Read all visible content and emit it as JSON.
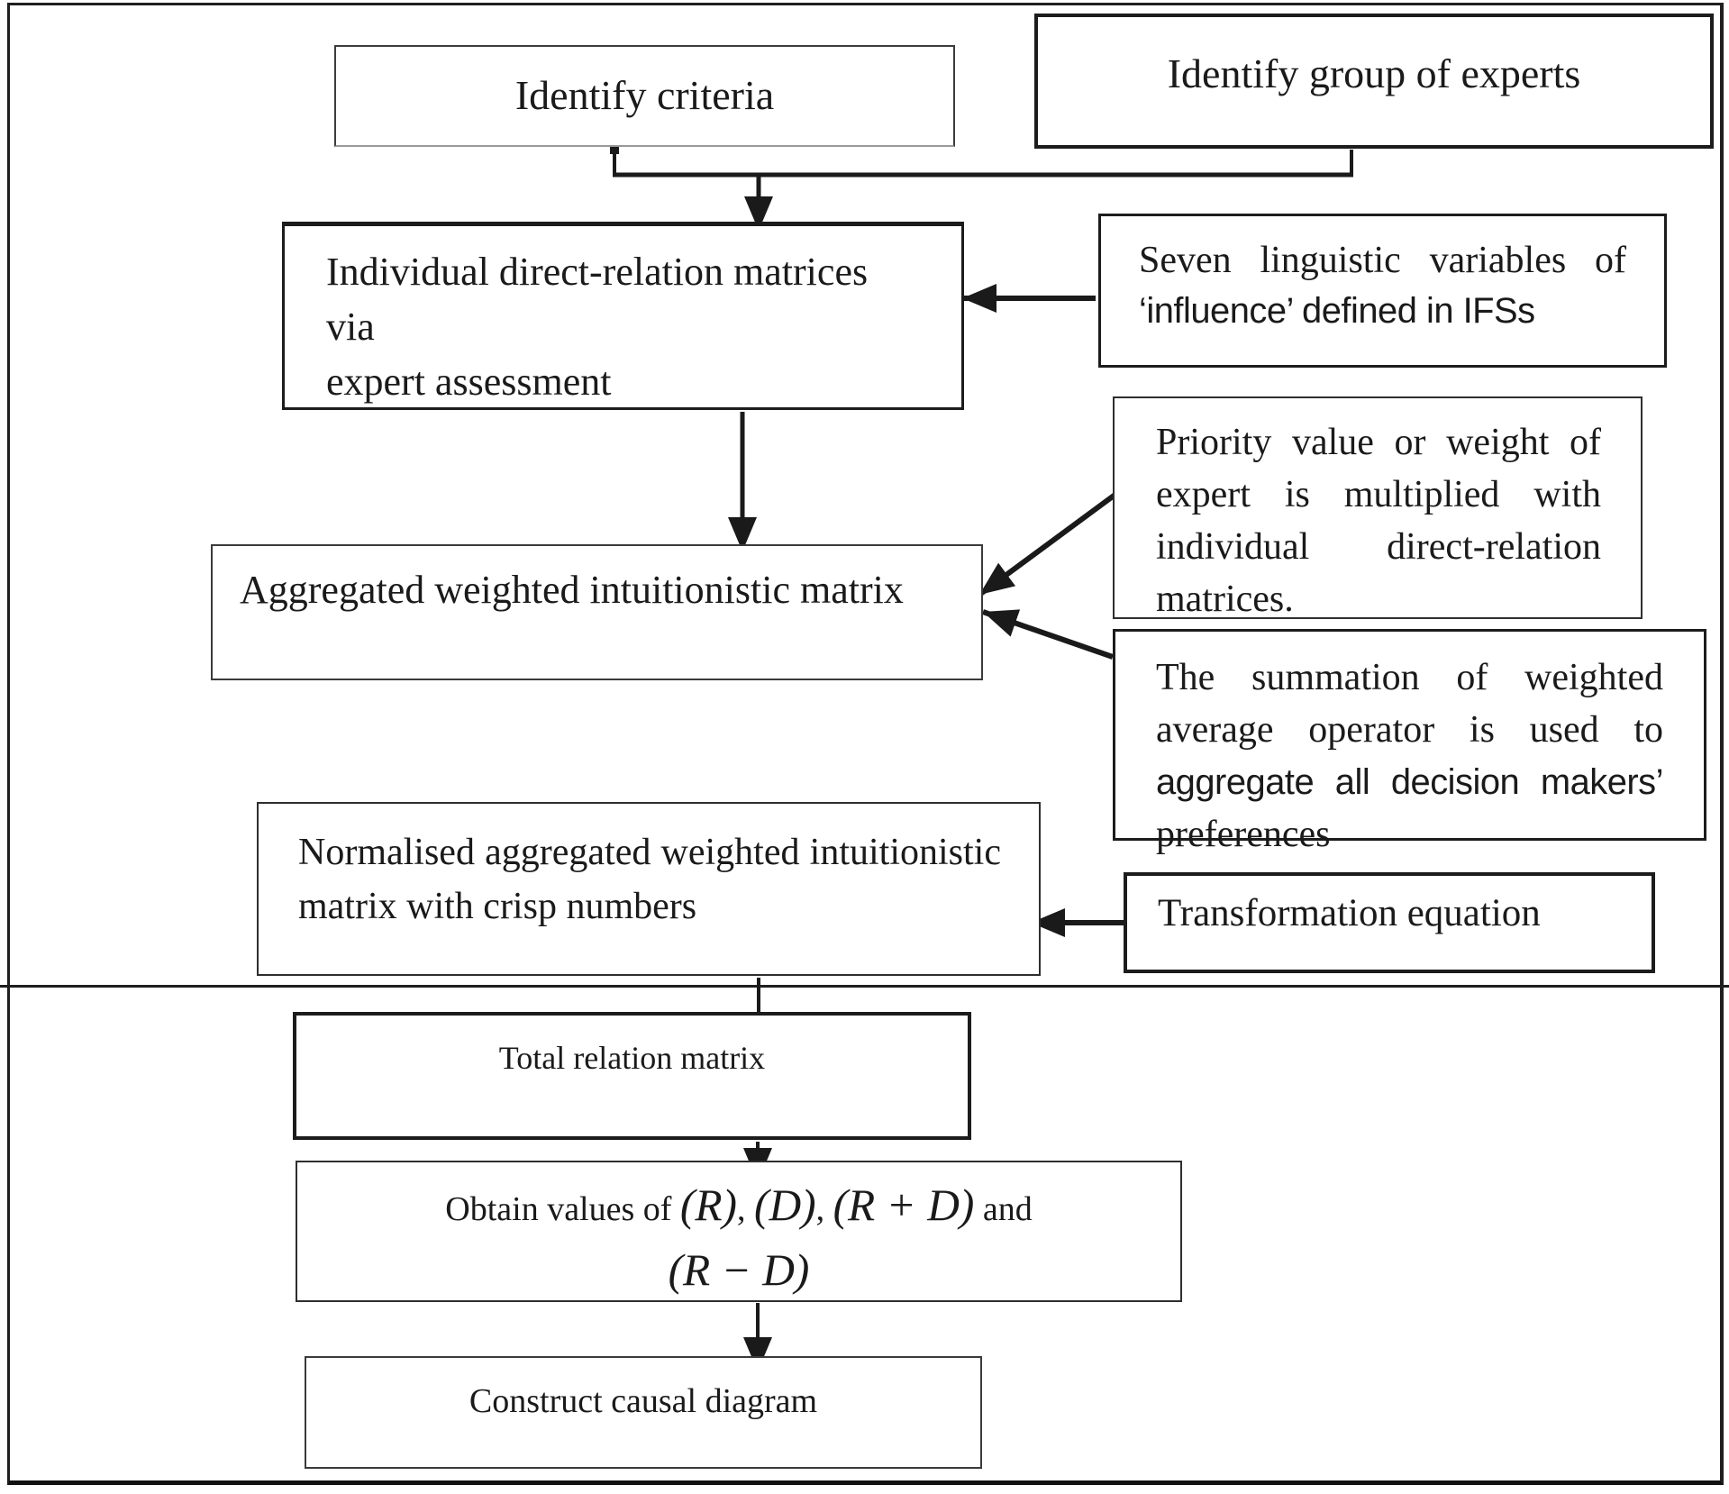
{
  "figure": {
    "type": "flowchart",
    "ink_color": "#1a1a1a",
    "background_color": "#ffffff"
  },
  "nodes": {
    "identify_criteria": {
      "label": "Identify criteria"
    },
    "identify_experts": {
      "label": "Identify group of experts"
    },
    "individual_matrices": {
      "lines": [
        "Individual direct-relation matrices via",
        "expert assessment"
      ]
    },
    "aggregated_matrix": {
      "label": "Aggregated weighted intuitionistic matrix"
    },
    "normalised_matrix": {
      "lines": [
        "Normalised aggregated weighted intuitionistic",
        "matrix with crisp numbers"
      ]
    },
    "total_relation": {
      "label": "Total relation matrix"
    },
    "obtain_values": {
      "prefix": "Obtain values of",
      "r": "(R)",
      "comma1": ",",
      "d": "(D)",
      "comma2": ",",
      "r_plus_d": "(R + D)",
      "and_word": "and",
      "r_minus_d": "(R − D)"
    },
    "construct_causal": {
      "label": "Construct causal diagram"
    }
  },
  "annotations": {
    "seven_linguistic": {
      "lines": [
        "Seven linguistic variables of",
        "‘influence’ defined in IFSs"
      ]
    },
    "priority_weight": {
      "lines": [
        "Priority value or weight of",
        "expert is multiplied with",
        "individual direct-relation",
        "matrices."
      ]
    },
    "summation_operator": {
      "lines": [
        "The summation of weighted",
        "average operator is used to",
        "aggregate all decision makers’",
        "preferences"
      ]
    },
    "transformation": {
      "label": "Transformation equation"
    }
  }
}
